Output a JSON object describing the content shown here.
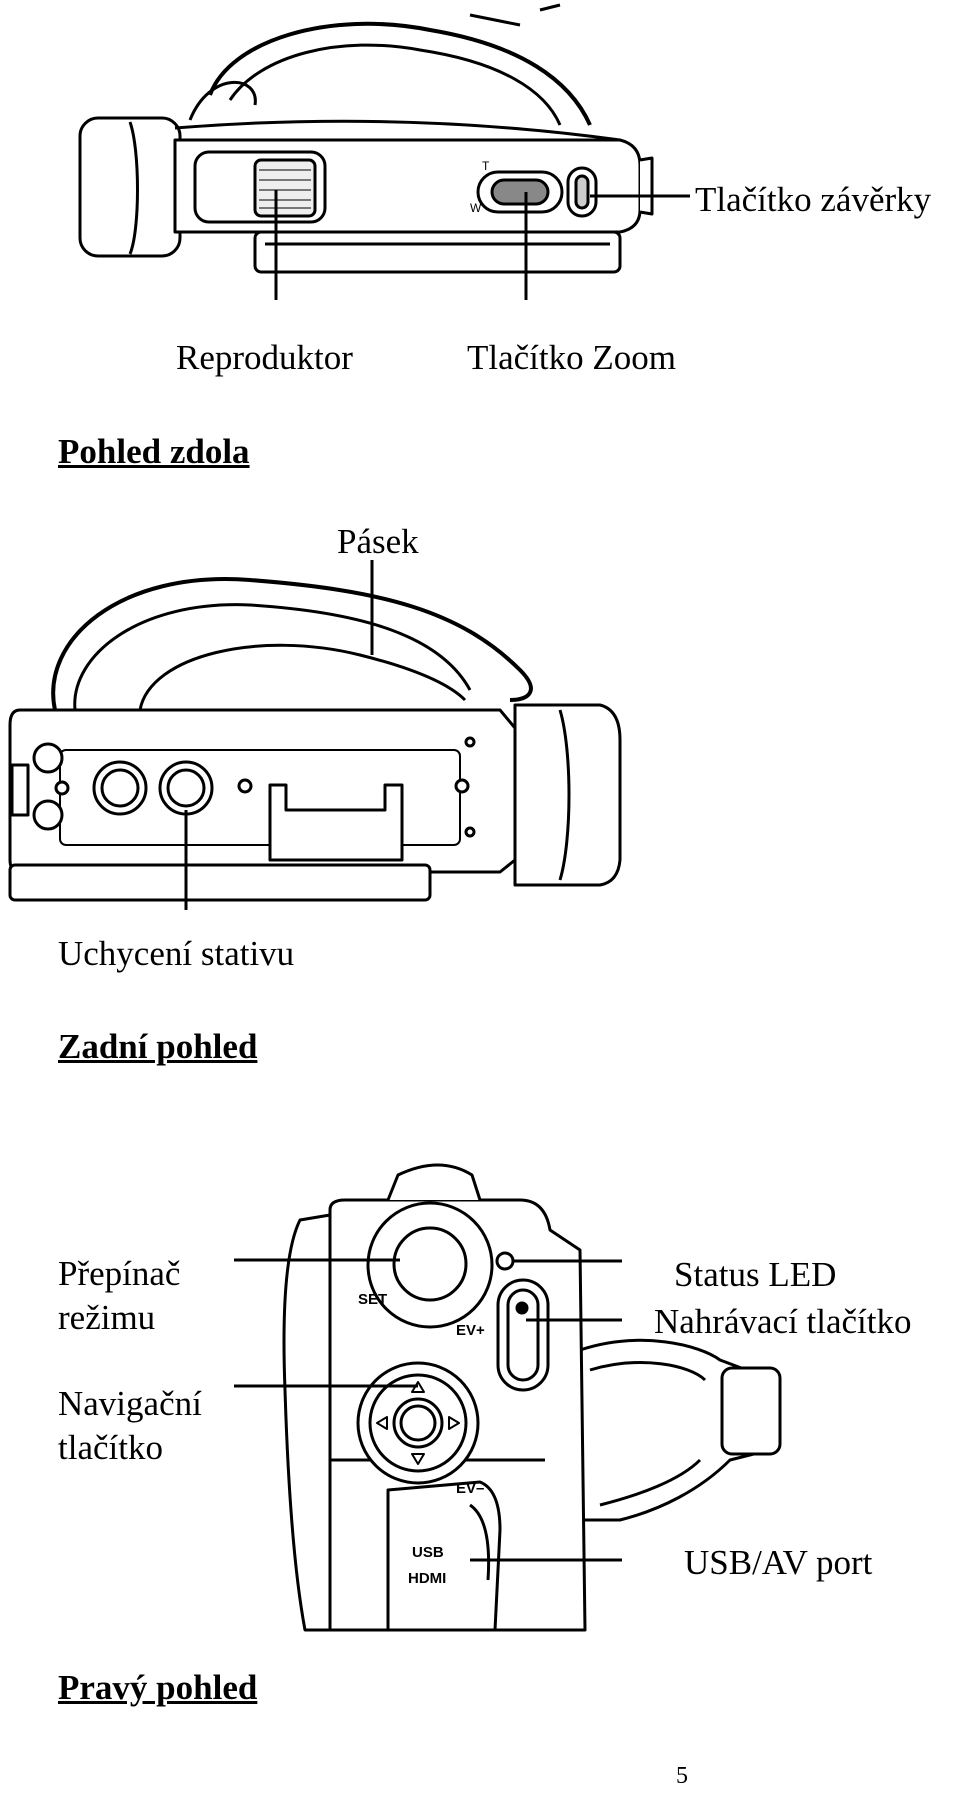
{
  "top_view": {
    "labels": {
      "shutter": "Tlačítko závěrky",
      "speaker": "Reproduktor",
      "zoom": "Tlačítko Zoom"
    },
    "markings": {
      "t": "T",
      "w": "W"
    }
  },
  "bottom_view": {
    "heading": "Pohled zdola",
    "labels": {
      "strap": "Pásek",
      "tripod": "Uchycení stativu"
    }
  },
  "rear_view": {
    "heading": "Zadní pohled"
  },
  "right_view": {
    "heading": "Pravý pohled",
    "labels": {
      "mode_line1": "Přepínač",
      "mode_line2": "režimu",
      "nav_line1": "Navigační",
      "nav_line2": "tlačítko",
      "led": "Status LED",
      "record": "Nahrávací tlačítko",
      "usb_port": "USB/AV port"
    },
    "markings": {
      "set": "SET",
      "ev_plus": "EV+",
      "ev_minus": "EV–",
      "usb": "USB",
      "hdmi": "HDMI"
    }
  },
  "page_number": "5"
}
